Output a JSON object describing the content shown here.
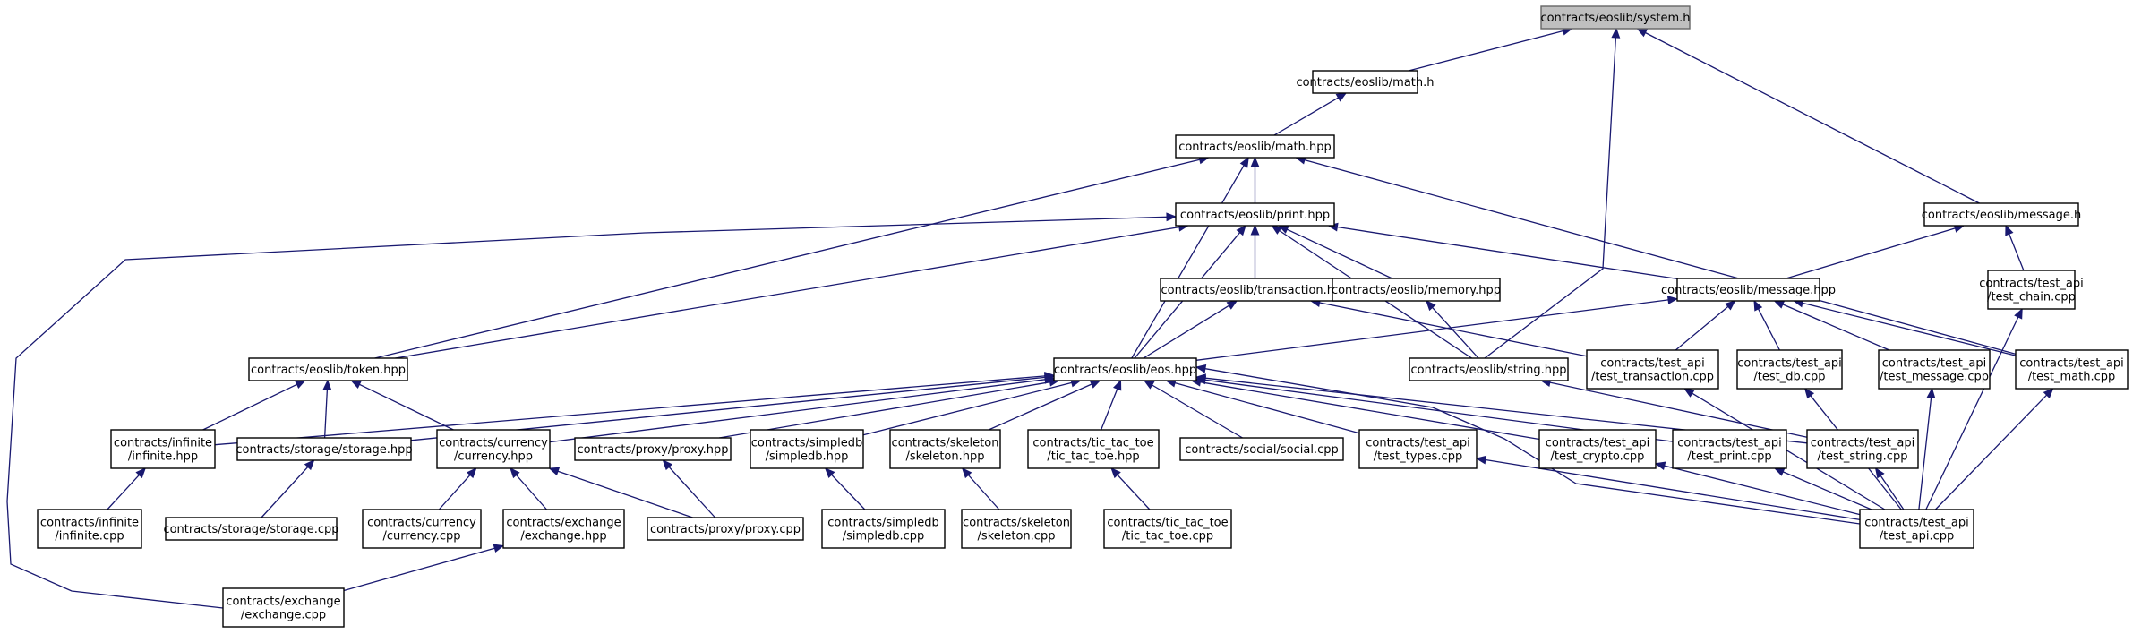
{
  "graph": {
    "nodes": [
      {
        "id": "system_h",
        "lines": [
          "contracts/eoslib/system.h"
        ],
        "root": true
      },
      {
        "id": "math_h",
        "lines": [
          "contracts/eoslib/math.h"
        ]
      },
      {
        "id": "math_hpp",
        "lines": [
          "contracts/eoslib/math.hpp"
        ]
      },
      {
        "id": "print_hpp",
        "lines": [
          "contracts/eoslib/print.hpp"
        ]
      },
      {
        "id": "message_h",
        "lines": [
          "contracts/eoslib/message.h"
        ]
      },
      {
        "id": "transaction_hpp",
        "lines": [
          "contracts/eoslib/transaction.hpp"
        ]
      },
      {
        "id": "memory_hpp",
        "lines": [
          "contracts/eoslib/memory.hpp"
        ]
      },
      {
        "id": "message_hpp",
        "lines": [
          "contracts/eoslib/message.hpp"
        ]
      },
      {
        "id": "test_chain_cpp",
        "lines": [
          "contracts/test_api",
          "/test_chain.cpp"
        ]
      },
      {
        "id": "token_hpp",
        "lines": [
          "contracts/eoslib/token.hpp"
        ]
      },
      {
        "id": "eos_hpp",
        "lines": [
          "contracts/eoslib/eos.hpp"
        ]
      },
      {
        "id": "string_hpp",
        "lines": [
          "contracts/eoslib/string.hpp"
        ]
      },
      {
        "id": "test_transaction_cpp",
        "lines": [
          "contracts/test_api",
          "/test_transaction.cpp"
        ]
      },
      {
        "id": "test_db_cpp",
        "lines": [
          "contracts/test_api",
          "/test_db.cpp"
        ]
      },
      {
        "id": "test_message_cpp",
        "lines": [
          "contracts/test_api",
          "/test_message.cpp"
        ]
      },
      {
        "id": "test_math_cpp",
        "lines": [
          "contracts/test_api",
          "/test_math.cpp"
        ]
      },
      {
        "id": "infinite_hpp",
        "lines": [
          "contracts/infinite",
          "/infinite.hpp"
        ]
      },
      {
        "id": "storage_hpp",
        "lines": [
          "contracts/storage/storage.hpp"
        ]
      },
      {
        "id": "currency_hpp",
        "lines": [
          "contracts/currency",
          "/currency.hpp"
        ]
      },
      {
        "id": "proxy_hpp",
        "lines": [
          "contracts/proxy/proxy.hpp"
        ]
      },
      {
        "id": "simpledb_hpp",
        "lines": [
          "contracts/simpledb",
          "/simpledb.hpp"
        ]
      },
      {
        "id": "skeleton_hpp",
        "lines": [
          "contracts/skeleton",
          "/skeleton.hpp"
        ]
      },
      {
        "id": "tic_tac_toe_hpp",
        "lines": [
          "contracts/tic_tac_toe",
          "/tic_tac_toe.hpp"
        ]
      },
      {
        "id": "social_cpp",
        "lines": [
          "contracts/social/social.cpp"
        ]
      },
      {
        "id": "test_types_cpp",
        "lines": [
          "contracts/test_api",
          "/test_types.cpp"
        ]
      },
      {
        "id": "test_crypto_cpp",
        "lines": [
          "contracts/test_api",
          "/test_crypto.cpp"
        ]
      },
      {
        "id": "test_print_cpp",
        "lines": [
          "contracts/test_api",
          "/test_print.cpp"
        ]
      },
      {
        "id": "test_string_cpp",
        "lines": [
          "contracts/test_api",
          "/test_string.cpp"
        ]
      },
      {
        "id": "infinite_cpp",
        "lines": [
          "contracts/infinite",
          "/infinite.cpp"
        ]
      },
      {
        "id": "storage_cpp",
        "lines": [
          "contracts/storage/storage.cpp"
        ]
      },
      {
        "id": "currency_cpp",
        "lines": [
          "contracts/currency",
          "/currency.cpp"
        ]
      },
      {
        "id": "exchange_hpp",
        "lines": [
          "contracts/exchange",
          "/exchange.hpp"
        ]
      },
      {
        "id": "proxy_cpp",
        "lines": [
          "contracts/proxy/proxy.cpp"
        ]
      },
      {
        "id": "simpledb_cpp",
        "lines": [
          "contracts/simpledb",
          "/simpledb.cpp"
        ]
      },
      {
        "id": "skeleton_cpp",
        "lines": [
          "contracts/skeleton",
          "/skeleton.cpp"
        ]
      },
      {
        "id": "tic_tac_toe_cpp",
        "lines": [
          "contracts/tic_tac_toe",
          "/tic_tac_toe.cpp"
        ]
      },
      {
        "id": "test_api_cpp",
        "lines": [
          "contracts/test_api",
          "/test_api.cpp"
        ]
      },
      {
        "id": "exchange_cpp",
        "lines": [
          "contracts/exchange",
          "/exchange.cpp"
        ]
      }
    ],
    "edges": [
      [
        "system_h",
        "math_h"
      ],
      [
        "system_h",
        "message_h"
      ],
      [
        "system_h",
        "string_hpp"
      ],
      [
        "math_h",
        "math_hpp"
      ],
      [
        "math_hpp",
        "print_hpp"
      ],
      [
        "math_hpp",
        "token_hpp"
      ],
      [
        "math_hpp",
        "eos_hpp"
      ],
      [
        "math_hpp",
        "test_math_cpp"
      ],
      [
        "print_hpp",
        "transaction_hpp"
      ],
      [
        "print_hpp",
        "memory_hpp"
      ],
      [
        "print_hpp",
        "message_hpp"
      ],
      [
        "print_hpp",
        "token_hpp"
      ],
      [
        "print_hpp",
        "eos_hpp"
      ],
      [
        "print_hpp",
        "string_hpp"
      ],
      [
        "print_hpp",
        "exchange_cpp"
      ],
      [
        "message_h",
        "message_hpp"
      ],
      [
        "message_h",
        "test_chain_cpp"
      ],
      [
        "transaction_hpp",
        "eos_hpp"
      ],
      [
        "transaction_hpp",
        "test_transaction_cpp"
      ],
      [
        "memory_hpp",
        "string_hpp"
      ],
      [
        "message_hpp",
        "eos_hpp"
      ],
      [
        "message_hpp",
        "test_transaction_cpp"
      ],
      [
        "message_hpp",
        "test_db_cpp"
      ],
      [
        "message_hpp",
        "test_message_cpp"
      ],
      [
        "message_hpp",
        "test_math_cpp"
      ],
      [
        "test_chain_cpp",
        "test_api_cpp"
      ],
      [
        "token_hpp",
        "infinite_hpp"
      ],
      [
        "token_hpp",
        "storage_hpp"
      ],
      [
        "token_hpp",
        "currency_hpp"
      ],
      [
        "eos_hpp",
        "infinite_hpp"
      ],
      [
        "eos_hpp",
        "storage_hpp"
      ],
      [
        "eos_hpp",
        "currency_hpp"
      ],
      [
        "eos_hpp",
        "proxy_hpp"
      ],
      [
        "eos_hpp",
        "simpledb_hpp"
      ],
      [
        "eos_hpp",
        "skeleton_hpp"
      ],
      [
        "eos_hpp",
        "tic_tac_toe_hpp"
      ],
      [
        "eos_hpp",
        "social_cpp"
      ],
      [
        "eos_hpp",
        "test_types_cpp"
      ],
      [
        "eos_hpp",
        "test_crypto_cpp"
      ],
      [
        "eos_hpp",
        "test_print_cpp"
      ],
      [
        "eos_hpp",
        "test_string_cpp"
      ],
      [
        "eos_hpp",
        "test_api_cpp"
      ],
      [
        "string_hpp",
        "test_string_cpp"
      ],
      [
        "test_transaction_cpp",
        "test_api_cpp"
      ],
      [
        "test_db_cpp",
        "test_api_cpp"
      ],
      [
        "test_message_cpp",
        "test_api_cpp"
      ],
      [
        "test_math_cpp",
        "test_api_cpp"
      ],
      [
        "infinite_hpp",
        "infinite_cpp"
      ],
      [
        "storage_hpp",
        "storage_cpp"
      ],
      [
        "currency_hpp",
        "currency_cpp"
      ],
      [
        "currency_hpp",
        "exchange_hpp"
      ],
      [
        "currency_hpp",
        "proxy_cpp"
      ],
      [
        "proxy_hpp",
        "proxy_cpp"
      ],
      [
        "simpledb_hpp",
        "simpledb_cpp"
      ],
      [
        "skeleton_hpp",
        "skeleton_cpp"
      ],
      [
        "tic_tac_toe_hpp",
        "tic_tac_toe_cpp"
      ],
      [
        "test_types_cpp",
        "test_api_cpp"
      ],
      [
        "test_crypto_cpp",
        "test_api_cpp"
      ],
      [
        "test_print_cpp",
        "test_api_cpp"
      ],
      [
        "test_string_cpp",
        "test_api_cpp"
      ],
      [
        "exchange_hpp",
        "exchange_cpp"
      ]
    ]
  }
}
